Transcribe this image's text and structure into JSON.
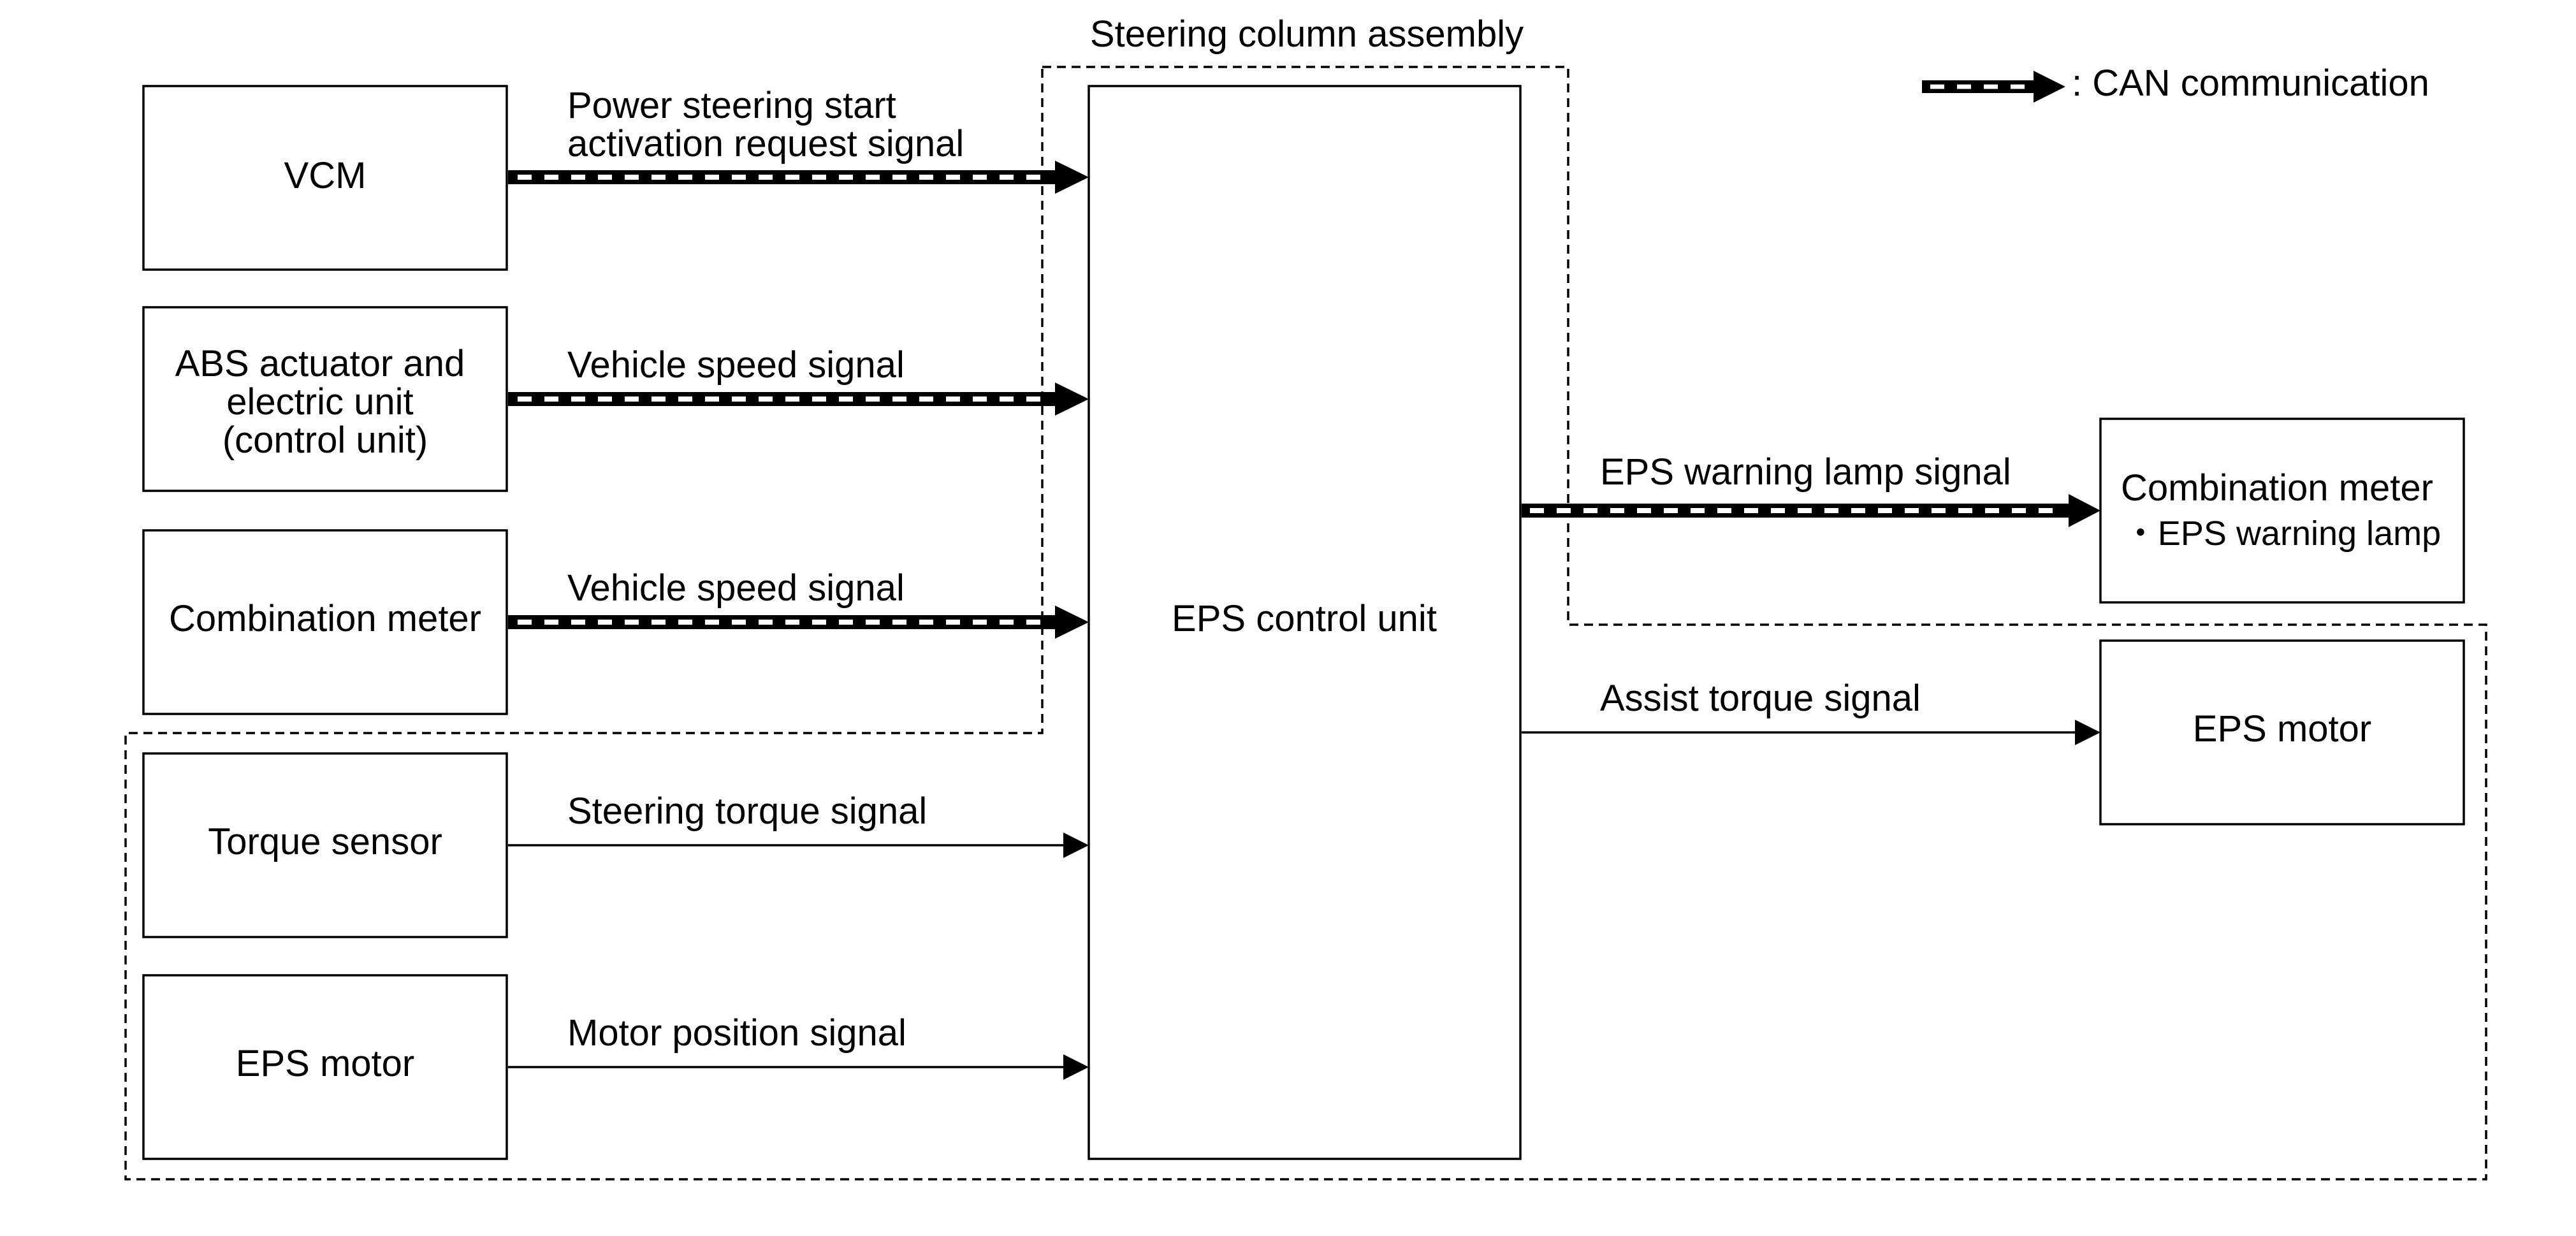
{
  "legend": {
    "can_label": ": CAN communication"
  },
  "groups": {
    "steering_column": "Steering column assembly"
  },
  "boxes": {
    "vcm": [
      "VCM"
    ],
    "abs": [
      "ABS actuator and",
      "electric unit",
      "(control unit)"
    ],
    "combination_meter_left": [
      "Combination meter"
    ],
    "torque_sensor": [
      "Torque sensor"
    ],
    "eps_motor_left": [
      "EPS motor"
    ],
    "eps_control_unit": [
      "EPS control unit"
    ],
    "combination_meter_right": [
      "Combination meter",
      "・EPS warning lamp"
    ],
    "eps_motor_right": [
      "EPS motor"
    ]
  },
  "signals": {
    "power_steering": [
      "Power steering start",
      "activation request signal"
    ],
    "vehicle_speed_abs": [
      "Vehicle speed signal"
    ],
    "vehicle_speed_meter": [
      "Vehicle speed signal"
    ],
    "steering_torque": [
      "Steering torque signal"
    ],
    "motor_position": [
      "Motor position signal"
    ],
    "eps_warning_lamp": [
      "EPS warning lamp signal"
    ],
    "assist_torque": [
      "Assist torque signal"
    ]
  },
  "icons": {
    "can_arrow": "can-communication-arrow-icon",
    "signal_arrow": "signal-arrow-icon"
  },
  "colors": {
    "line": "#000000",
    "background": "#ffffff"
  }
}
